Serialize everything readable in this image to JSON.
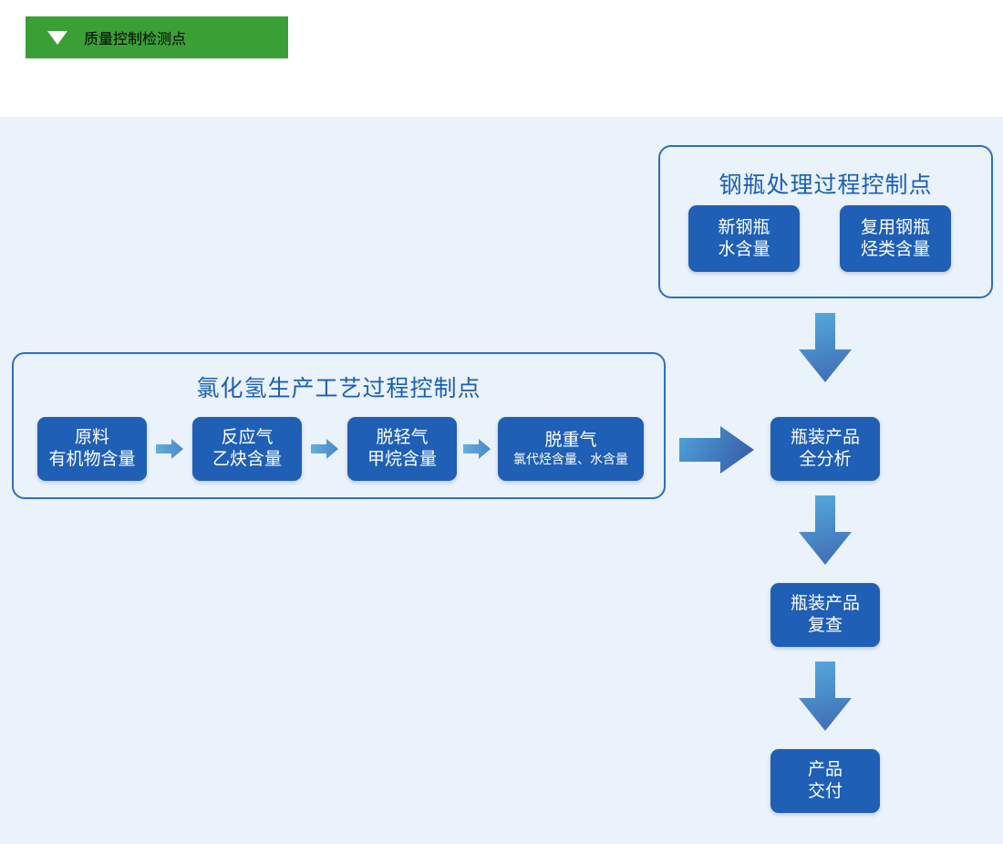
{
  "header": {
    "badge_title": "质量控制检测点",
    "badge_icon": "triangle-down-icon",
    "badge_color": "#3aa035"
  },
  "colors": {
    "canvas_background": "#eaf2fb",
    "panel_border": "#2e6fc0",
    "panel_title": "#1a5fb4",
    "node_fill": "#1f5fb5",
    "node_text": "#ffffff",
    "arrow_light": "#53a0d8",
    "arrow_dark": "#3f6fb5"
  },
  "panels": {
    "cylinder": {
      "title": "钢瓶处理过程控制点",
      "nodes": [
        {
          "line1": "新钢瓶",
          "line2": "水含量"
        },
        {
          "line1": "复用钢瓶",
          "line2": "烃类含量"
        }
      ]
    },
    "process": {
      "title": "氯化氢生产工艺过程控制点",
      "nodes": [
        {
          "line1": "原料",
          "line2": "有机物含量"
        },
        {
          "line1": "反应气",
          "line2": "乙炔含量"
        },
        {
          "line1": "脱轻气",
          "line2": "甲烷含量"
        },
        {
          "line1": "脱重气",
          "line2": "氯代烃含量、水含量"
        }
      ]
    }
  },
  "right_column": {
    "nodes": [
      {
        "line1": "瓶装产品",
        "line2": "全分析"
      },
      {
        "line1": "瓶装产品",
        "line2": "复查"
      },
      {
        "line1": "产品",
        "line2": "交付"
      }
    ]
  },
  "arrows": {
    "cylinder_to_bottled": "arrow-down-icon",
    "process_to_bottled": "arrow-right-icon",
    "analysis_to_recheck": "arrow-down-icon",
    "recheck_to_delivery": "arrow-down-icon",
    "step_connectors": [
      "arrow-right-icon",
      "arrow-right-icon",
      "arrow-right-icon"
    ]
  }
}
